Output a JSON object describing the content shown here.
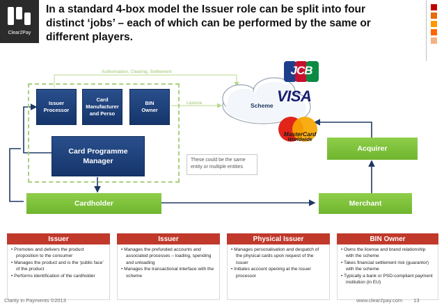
{
  "header": {
    "logo_text": "Clear2Pay",
    "title_lines": [
      "In a standard 4-box model the Issuer role can be split into four",
      "distinct ‘jobs’ – each of which can be performed by the same or",
      "different players."
    ],
    "accent_squares": [
      "#c00000",
      "#e46c0a",
      "#ff9900",
      "#ff6600",
      "#f4b183"
    ]
  },
  "diagram": {
    "flow_label_top": "Authorisation, Clearing, Settlement",
    "flow_label_licence": "Licence",
    "roles": {
      "issuer_processor": "Issuer Processor",
      "card_manufacturer": "Card Manufacturer and Perso",
      "bin_owner": "BIN Owner",
      "card_programme_manager": "Card Programme Manager",
      "cardholder": "Cardholder",
      "scheme": "Scheme",
      "acquirer": "Acquirer",
      "merchant": "Merchant"
    },
    "note": "These could be the same entity or multiple entities",
    "brands": {
      "jcb": "JCB",
      "visa": "VISA",
      "mastercard_line1": "MasterCard",
      "mastercard_line2": "Worldwide"
    }
  },
  "cards": [
    {
      "title": "Issuer",
      "color": "#c0392b",
      "bullets": [
        "Promotes and delivers the product proposition to the consumer",
        "Manages the product and is the ‘public face’ of the product",
        "Performs identification of the cardholder"
      ]
    },
    {
      "title": "Issuer",
      "color": "#c0392b",
      "bullets": [
        "Manages the prefunded accounts and associated processes – loading, spending and unloading",
        "Manages the transactional interface with the scheme"
      ]
    },
    {
      "title": "Physical Issuer",
      "color": "#c0392b",
      "bullets": [
        "Manages personalisation and despatch of the physical cards upon request of the issuer",
        "Initiates account opening at the issuer processor"
      ]
    },
    {
      "title": "BIN Owner",
      "color": "#c0392b",
      "bullets": [
        "Owns the license and brand relationship with the scheme",
        "Takes financial settlement risk (guarantor) with the scheme",
        "Typically a bank or PSD-compliant payment institution (in EU)"
      ]
    }
  ],
  "footer": {
    "left": "Clarity in Payments ©2013",
    "right": "www.clear2pay.com",
    "page": "13"
  }
}
